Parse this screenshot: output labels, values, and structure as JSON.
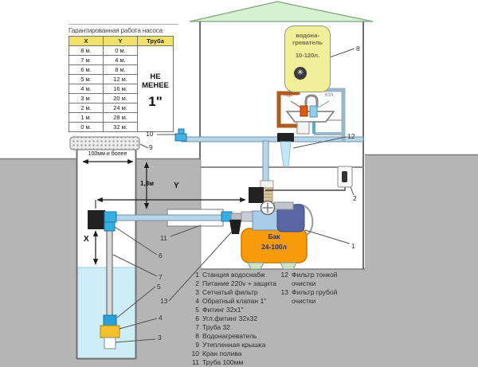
{
  "table": {
    "title": "Гарантированная работа насоса",
    "col_x": "X",
    "col_y": "Y",
    "col_pipe": "Труба",
    "rows": [
      [
        "8 м.",
        "0 м."
      ],
      [
        "7 м.",
        "4 м."
      ],
      [
        "6 м.",
        "8 м."
      ],
      [
        "5 м.",
        "12 м."
      ],
      [
        "4 м.",
        "16 м."
      ],
      [
        "3 м.",
        "20 м."
      ],
      [
        "2 м.",
        "24 м."
      ],
      [
        "1 м.",
        "28 м."
      ],
      [
        "0 м.",
        "32 м."
      ]
    ],
    "pipe_note_line1": "НЕ",
    "pipe_note_line2": "МЕНЕЕ",
    "pipe_size": "1\""
  },
  "heater": {
    "line1": "водона-",
    "line2": "греватель",
    "capacity": "10-120л."
  },
  "icons": {
    "snowflake": "✳"
  },
  "sink": {
    "hot_label": "гор.",
    "cold_label": "хол."
  },
  "tank": {
    "line1": "Бак",
    "line2": "24-100л"
  },
  "dimensions": {
    "well_width": "100мм и более",
    "depth": "1,8м",
    "x": "X",
    "y": "Y"
  },
  "callouts": {
    "c1": "1",
    "c2": "2",
    "c3": "3",
    "c4": "4",
    "c5": "5",
    "c6": "6",
    "c7": "7",
    "c8": "8",
    "c9": "9",
    "c10": "10",
    "c11": "11",
    "c12": "12",
    "c13": "13"
  },
  "legend": {
    "col1": [
      {
        "num": "1",
        "text": "Станция водоснабж"
      },
      {
        "num": "2",
        "text": "Питание 220v + защита"
      },
      {
        "num": "3",
        "text": "Сетчатый фильтр"
      },
      {
        "num": "4",
        "text": "Обратный клапан 1\""
      },
      {
        "num": "5",
        "text": "Фитинг 32х1\""
      },
      {
        "num": "6",
        "text": "Угл.фитинг 32х32"
      },
      {
        "num": "7",
        "text": "Труба 32"
      },
      {
        "num": "8",
        "text": "Водонагреватель"
      },
      {
        "num": "9",
        "text": "Утепленная крышка"
      },
      {
        "num": "10",
        "text": "Кран полива"
      },
      {
        "num": "11",
        "text": "Труба 100мм"
      }
    ],
    "col2": [
      {
        "num": "12",
        "line1": "Фильтр тонкой",
        "line2": "очистки"
      },
      {
        "num": "13",
        "line1": "Фильтр грубой",
        "line2": "очистки"
      }
    ]
  },
  "colors": {
    "ground": "#b5b5b5",
    "roof": "#d5f1d0",
    "heater": "#f2ef9a",
    "tank": "#f79b0b",
    "water": "#cdeef7",
    "pipe": "#b7d6ea",
    "hot": "#b05a20",
    "cold": "#7d95a9",
    "table_header": "#f2e169"
  }
}
